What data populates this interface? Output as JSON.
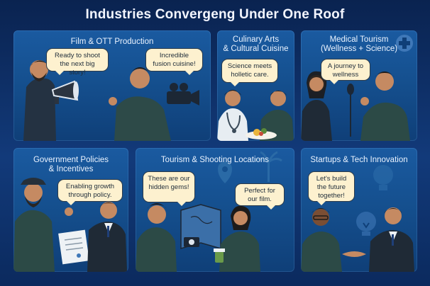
{
  "title": "Industries Convergeng Under One Roof",
  "panels": [
    {
      "title": "Film & OTT Production",
      "bubbles": [
        "Ready to shoot the next big story!",
        "Incredible fusion cuisine!"
      ]
    },
    {
      "title_line1": "Culinary Arts",
      "title_line2": "& Cultural Cuisine",
      "bubbles": [
        "Science meets holletic care."
      ]
    },
    {
      "title_line1": "Medical Tourism",
      "title_line2": "(Wellness + Science)",
      "bubbles": [
        "A journey to wellness"
      ]
    },
    {
      "title_line1": "Government Policies",
      "title_line2": "& Incentives",
      "bubbles": [
        "Enabling growth through policy."
      ]
    },
    {
      "title": "Tourism & Shooting Locations",
      "bubbles": [
        "These are our hidden gems!",
        "Perfect for our film."
      ]
    },
    {
      "title": "Startups & Tech Innovation",
      "bubbles": [
        "Let's build the future together!"
      ]
    }
  ],
  "colors": {
    "background": "#0c2a5e",
    "panel": "#15508f",
    "bubble": "#fdf1cf",
    "text": "#eaf3ff"
  },
  "icons": [
    "megaphone-icon",
    "video-camera-icon",
    "stethoscope-icon",
    "plate-icon",
    "medical-cross-icon",
    "microphone-icon",
    "document-icon",
    "map-pin-icon",
    "map-icon",
    "palm-tree-icon",
    "camera-icon",
    "cup-icon",
    "lightbulb-icon"
  ]
}
